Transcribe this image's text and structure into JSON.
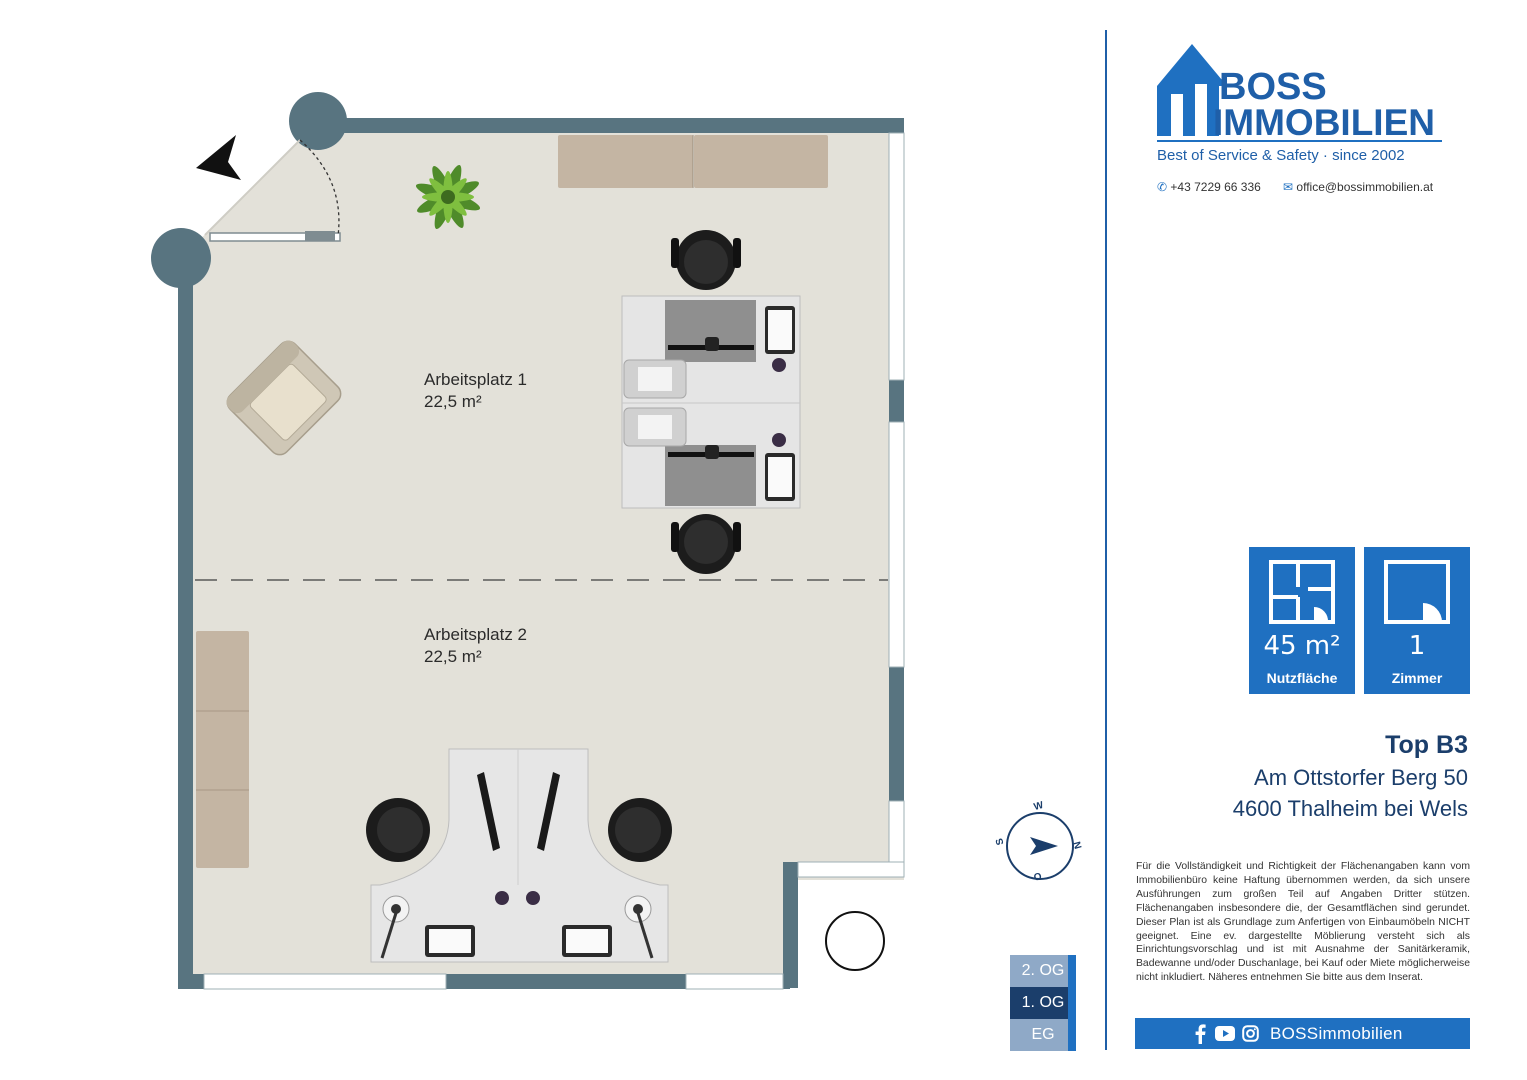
{
  "floorplan": {
    "rooms": [
      {
        "name": "Arbeitsplatz 1",
        "area": "22,5 m²"
      },
      {
        "name": "Arbeitsplatz 2",
        "area": "22,5 m²"
      }
    ],
    "colors": {
      "wall": "#587480",
      "floor": "#e3e1d9",
      "accent": "#1f70c1",
      "text_dark": "#1b3e6b"
    }
  },
  "brand": {
    "name_line1": "BOSS",
    "name_line2": "IMMOBILIEN",
    "tagline": "Best of Service & Safety · since 2002",
    "phone": "+43 7229 66 336",
    "email": "office@bossimmobilien.at"
  },
  "stats": [
    {
      "value": "45 m²",
      "label": "Nutzfläche",
      "icon": "floorplan-icon"
    },
    {
      "value": "1",
      "label": "Zimmer",
      "icon": "room-icon"
    }
  ],
  "listing": {
    "title": "Top B3",
    "street": "Am Ottstorfer Berg 50",
    "city": "4600 Thalheim bei Wels"
  },
  "disclaimer": "Für die Vollständigkeit und Richtigkeit der Flächenangaben kann vom Immobilienbüro keine Haftung übernommen werden, da sich unsere Ausführungen zum großen Teil auf Angaben Dritter stützen. Flächenangaben insbesondere die, der Gesamtflächen sind gerundet. Dieser Plan ist als Grundlage zum Anfertigen von Einbaumöbeln NICHT geeignet. Eine ev. dargestellte Möblierung versteht sich als Einrichtungsvorschlag und ist mit Ausnahme der Sanitärkeramik, Badewanne und/oder Duschanlage, bei Kauf oder Miete möglicherweise nicht inkludiert. Näheres entnehmen Sie bitte aus dem Inserat.",
  "social": {
    "handle": "BOSSimmobilien",
    "icons": [
      "facebook-icon",
      "youtube-icon",
      "instagram-icon"
    ]
  },
  "floors": [
    {
      "label": "2. OG",
      "active": false
    },
    {
      "label": "1. OG",
      "active": true
    },
    {
      "label": "EG",
      "active": false
    }
  ],
  "compass": {
    "labels": [
      "W",
      "N",
      "O",
      "S"
    ]
  }
}
